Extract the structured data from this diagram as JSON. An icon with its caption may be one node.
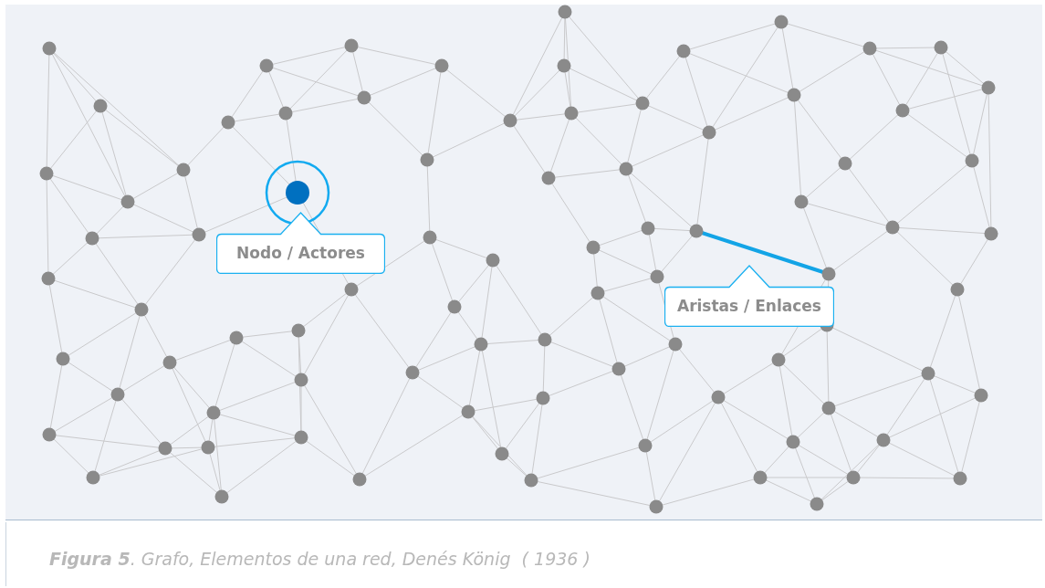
{
  "diagram": {
    "caption": "**Figura 5**. Grafo, Elementos de una red, Denés König  ( 1936 )",
    "nodes": [
      {
        "text": [
          "Nodo / Actores"
        ]
      },
      {
        "text": [
          "Aristas / Enlaces"
        ]
      }
    ]
  }
}
